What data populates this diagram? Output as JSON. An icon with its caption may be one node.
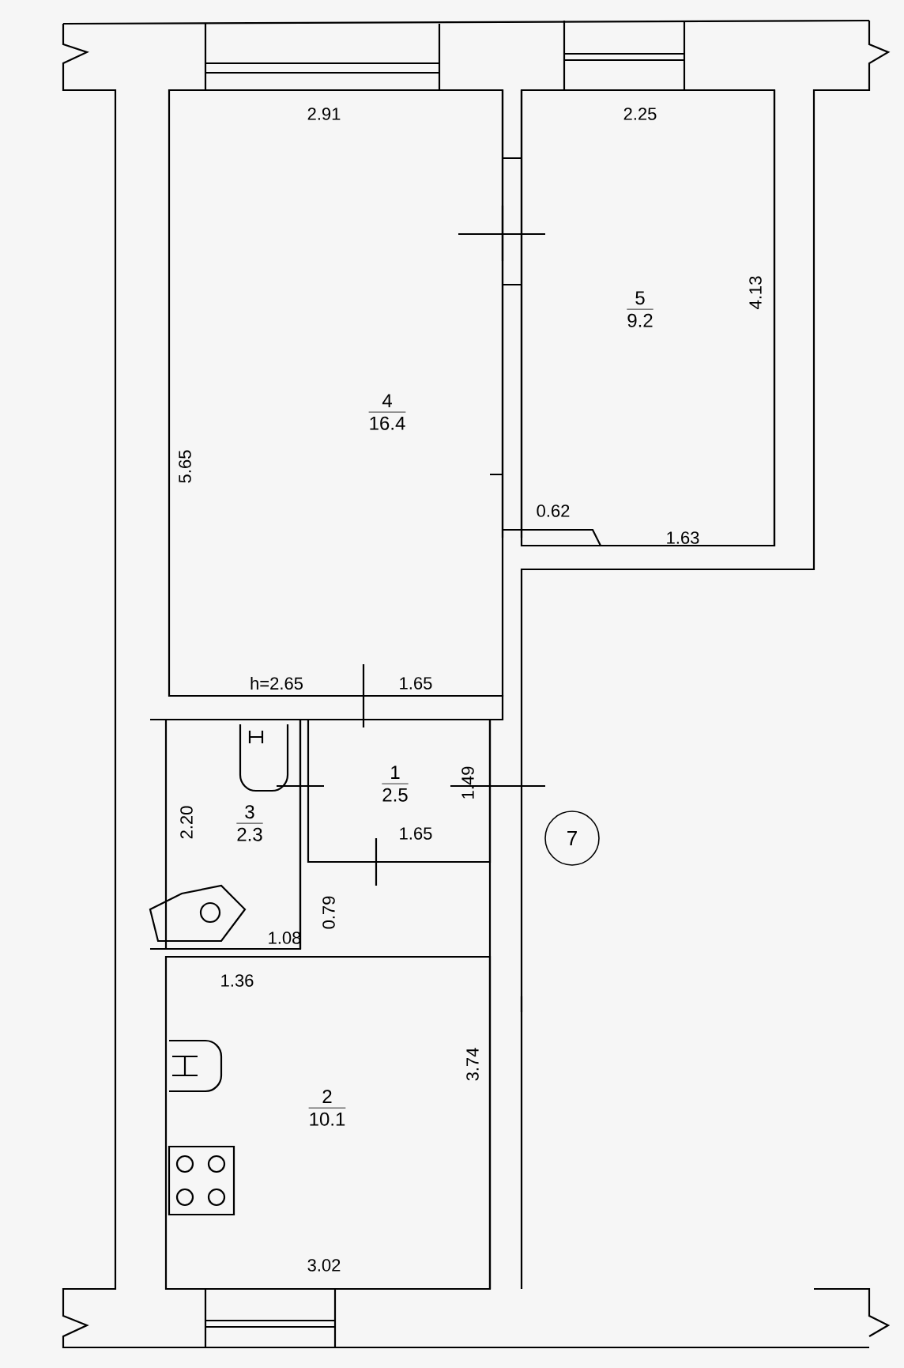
{
  "diagram": {
    "nodes": [
      {
        "text": [
          "4",
          "16.4"
        ]
      },
      {
        "text": [
          "5",
          "9.2"
        ]
      },
      {
        "text": [
          "1",
          "2.5"
        ]
      },
      {
        "text": [
          "3",
          "2.3"
        ]
      },
      {
        "text": [
          "2",
          "10.1"
        ]
      },
      {
        "text": [
          "7"
        ]
      }
    ],
    "labels": [
      "2.91",
      "2.25",
      "5.65",
      "4.13",
      "0.62",
      "1.63",
      "h=2.65",
      "1.65",
      "2.20",
      "1.49",
      "1.65",
      "0.79",
      "1.08",
      "1.36",
      "3.74",
      "3.02"
    ]
  }
}
